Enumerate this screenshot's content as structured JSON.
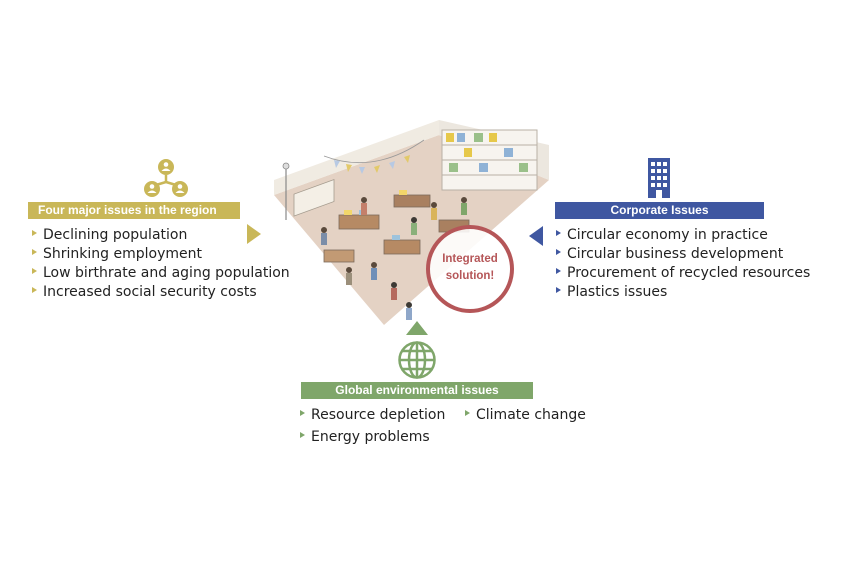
{
  "left_panel": {
    "icon": "people-network-icon",
    "title": "Four major issues in the region",
    "items": [
      "Declining population",
      "Shrinking employment",
      "Low birthrate and aging population",
      "Increased social security costs"
    ],
    "color": "#c9b758"
  },
  "right_panel": {
    "icon": "building-icon",
    "title": "Corporate Issues",
    "items": [
      "Circular economy in practice",
      "Circular business development",
      "Procurement of recycled resources",
      "Plastics issues"
    ],
    "color": "#3f57a1"
  },
  "bottom_panel": {
    "icon": "globe-icon",
    "title": "Global environmental issues",
    "items": [
      "Resource depletion",
      "Climate change",
      "Energy problems"
    ],
    "color": "#7fa66a"
  },
  "center": {
    "illustration": "store-interior-illustration",
    "solution_line1": "Integrated",
    "solution_line2": "solution!",
    "solution_color": "#b55658"
  }
}
